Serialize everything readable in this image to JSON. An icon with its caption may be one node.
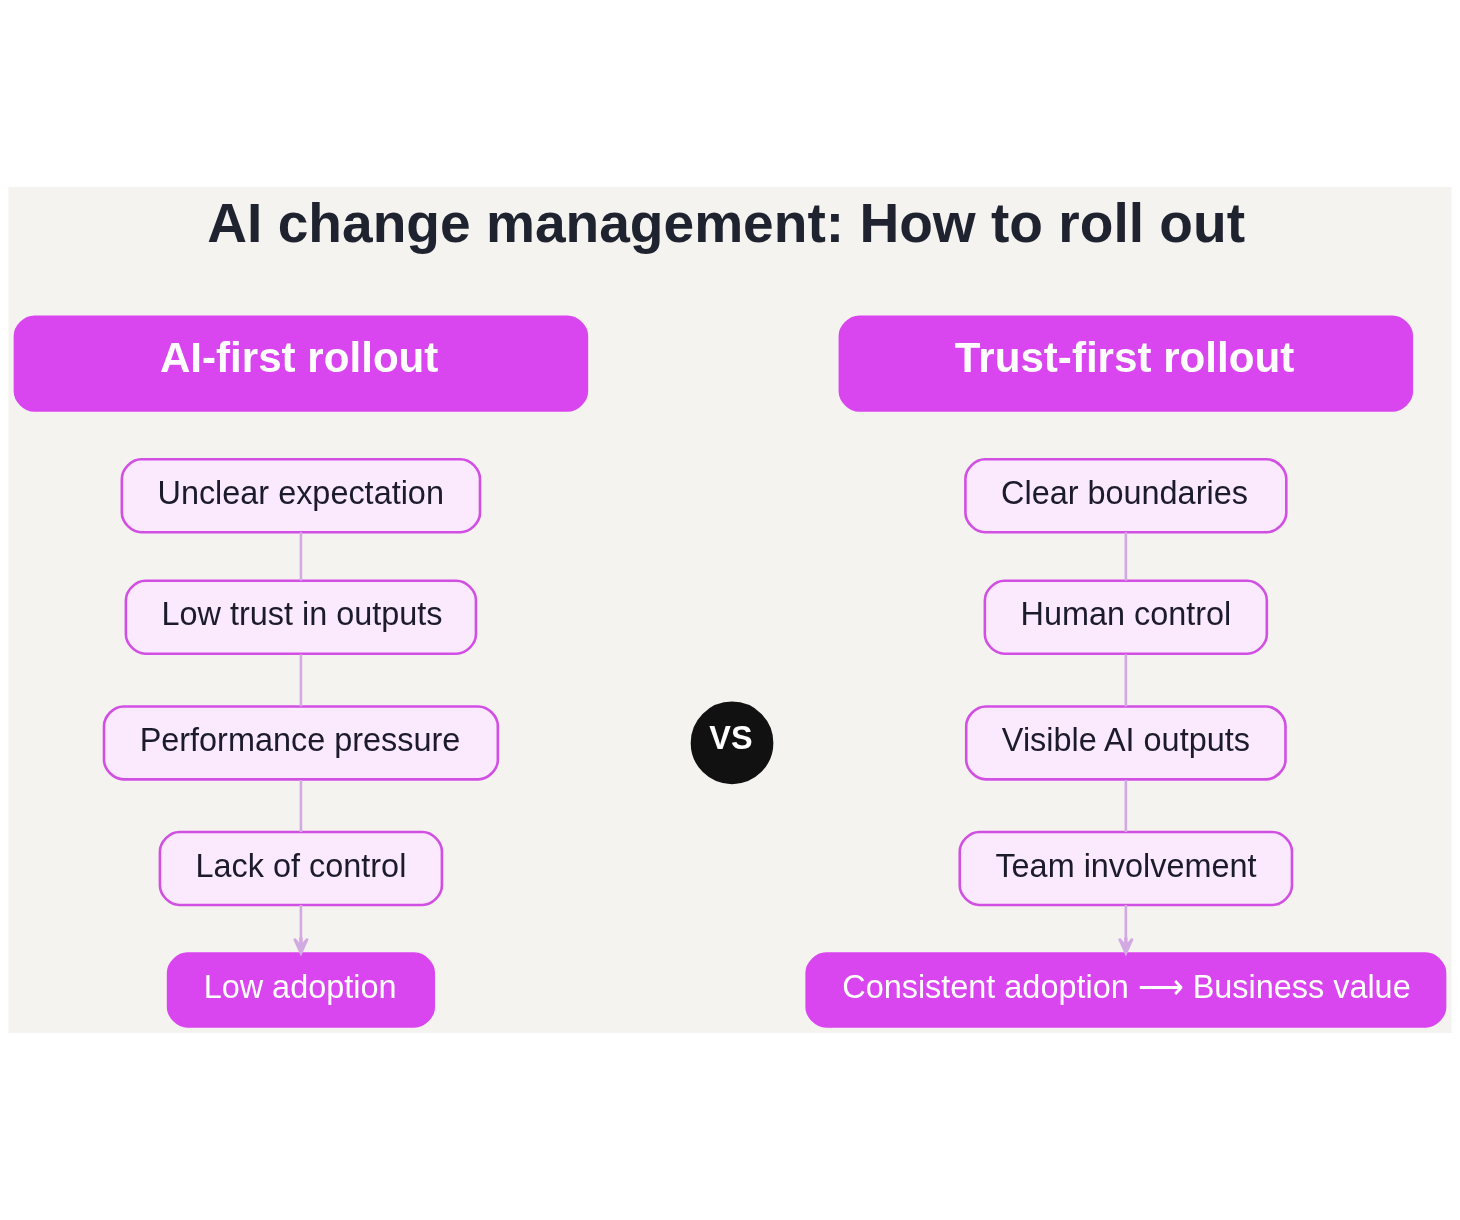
{
  "diagram": {
    "title": "AI change management: How to roll out",
    "nodes": [
      {
        "text": [
          "AI-first rollout"
        ]
      },
      {
        "text": [
          "Unclear expectation"
        ]
      },
      {
        "text": [
          "Low trust in outputs"
        ]
      },
      {
        "text": [
          "Performance pressure"
        ]
      },
      {
        "text": [
          "Lack of control"
        ]
      },
      {
        "text": [
          "Low adoption"
        ]
      },
      {
        "text": [
          "VS"
        ]
      },
      {
        "text": [
          "Trust-first rollout"
        ]
      },
      {
        "text": [
          "Clear boundaries"
        ]
      },
      {
        "text": [
          "Human control"
        ]
      },
      {
        "text": [
          "Visible AI outputs"
        ]
      },
      {
        "text": [
          "Team involvement"
        ]
      },
      {
        "text": [
          "Consistent adoption ⟶ Business value"
        ]
      }
    ],
    "edges": [
      {
        "from": 1,
        "to": 2,
        "arrow": "none"
      },
      {
        "from": 2,
        "to": 3,
        "arrow": "none"
      },
      {
        "from": 3,
        "to": 4,
        "arrow": "none"
      },
      {
        "from": 4,
        "to": 5,
        "arrow": "to"
      },
      {
        "from": 8,
        "to": 9,
        "arrow": "none"
      },
      {
        "from": 9,
        "to": 10,
        "arrow": "none"
      },
      {
        "from": 10,
        "to": 11,
        "arrow": "none"
      },
      {
        "from": 11,
        "to": 12,
        "arrow": "to"
      }
    ]
  }
}
